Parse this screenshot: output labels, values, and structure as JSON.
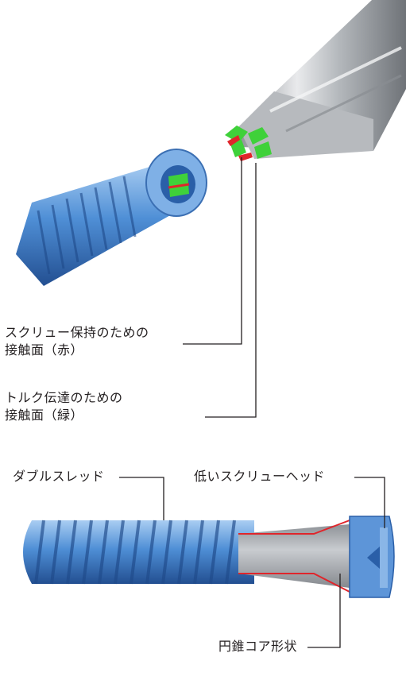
{
  "labels": {
    "red_contact_line1": "スクリュー保持のための",
    "red_contact_line2": "接触面（赤）",
    "green_contact_line1": "トルク伝達のための",
    "green_contact_line2": "接触面（緑）",
    "double_thread": "ダブルスレッド",
    "low_screw_head": "低いスクリューヘッド",
    "conical_core": "円錐コア形状"
  },
  "colors": {
    "screw_blue": "#4f8fd6",
    "screw_blue_dark": "#2a5fa8",
    "screw_blue_light": "#a9cdf2",
    "steel": "#b9bcc0",
    "steel_dark": "#7d8186",
    "contact_red": "#e0252b",
    "contact_green": "#3fd13a",
    "leader_line": "#231f20"
  }
}
